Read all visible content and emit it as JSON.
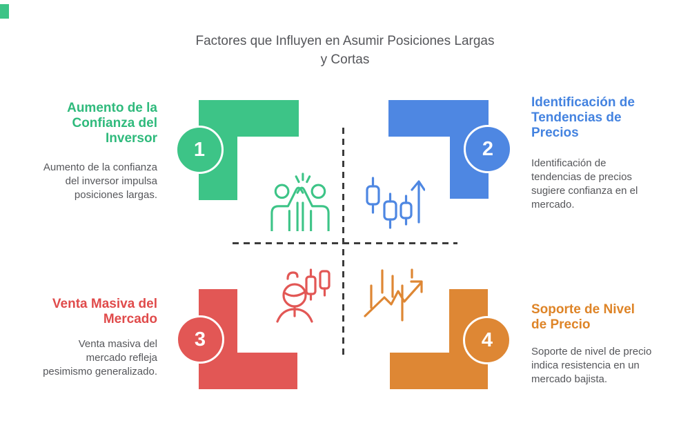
{
  "title": "Factores que Influyen en Asumir Posiciones Largas\ny Cortas",
  "colors": {
    "green": "#3DC487",
    "blue": "#4E87E2",
    "red": "#E25755",
    "orange": "#DE8734",
    "text_gray": "#55565A",
    "dash_gray": "#3B3B3B",
    "circle_ring": "#FFFFFF"
  },
  "quadrants": [
    {
      "number": "1",
      "heading": "Aumento de la\nConfianza del\nInversor",
      "description": "Aumento de la confianza\ndel inversor impulsa\nposiciones largas.",
      "icon": "high-five-people-icon",
      "color": "#3DC487"
    },
    {
      "number": "2",
      "heading": "Identificación de\nTendencias de\nPrecios",
      "description": "Identificación de\ntendencias de precios\nsugiere confianza en el\nmercado.",
      "icon": "candlesticks-up-arrow-icon",
      "color": "#4E87E2"
    },
    {
      "number": "3",
      "heading": "Venta Masiva del\nMercado",
      "description": "Venta masiva del\nmercado refleja\npesimismo generalizado.",
      "icon": "trader-person-candles-icon",
      "color": "#E25755"
    },
    {
      "number": "4",
      "heading": "Soporte de Nivel\nde Precio",
      "description": "Soporte de nivel de precio\nindica resistencia en un\nmercado bajista.",
      "icon": "trend-chart-arrow-icon",
      "color": "#DE8734"
    }
  ]
}
